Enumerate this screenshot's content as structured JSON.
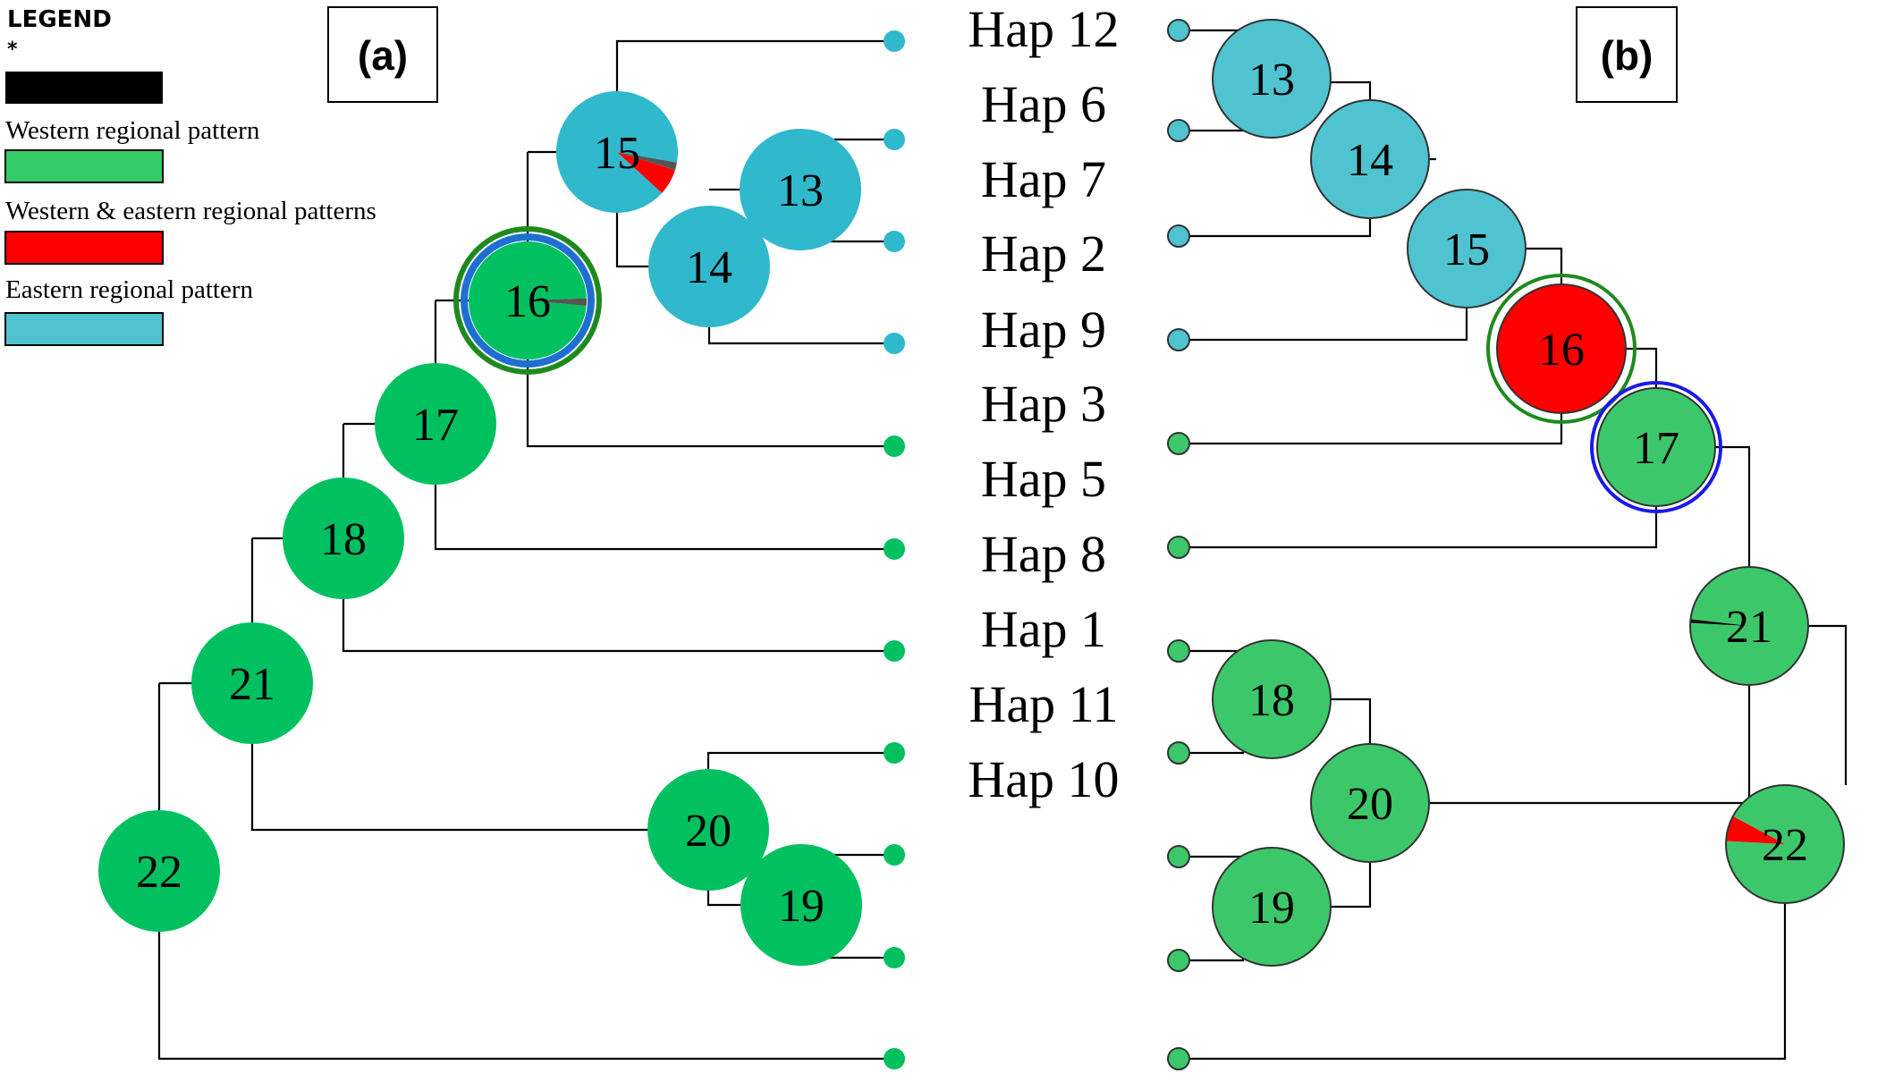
{
  "legend": {
    "title": "LEGEND",
    "items": [
      {
        "label": "*",
        "color": "#000000"
      },
      {
        "label": "Western regional pattern",
        "color": "#33cc66"
      },
      {
        "label": "Western & eastern regional patterns",
        "color": "#ff0000"
      },
      {
        "label": "Eastern regional pattern",
        "color": "#4fc3d0"
      }
    ]
  },
  "panels": {
    "a": {
      "label": "(a)"
    },
    "b": {
      "label": "(b)"
    }
  },
  "haplotypes": [
    "Hap 12",
    "Hap 6",
    "Hap 7",
    "Hap 2",
    "Hap 9",
    "Hap 3",
    "Hap 5",
    "Hap 8",
    "Hap 1",
    "Hap 11",
    "Hap 10"
  ],
  "tree_a": {
    "nodes": [
      {
        "id": "15",
        "label": "15",
        "pie": [
          {
            "color": "#30b8cc",
            "value": 0.91
          },
          {
            "color": "#ff0000",
            "value": 0.07
          },
          {
            "color": "#555555",
            "value": 0.02
          }
        ]
      },
      {
        "id": "13",
        "label": "13",
        "pie": [
          {
            "color": "#30b8cc",
            "value": 1
          }
        ]
      },
      {
        "id": "14",
        "label": "14",
        "pie": [
          {
            "color": "#30b8cc",
            "value": 1
          }
        ]
      },
      {
        "id": "16",
        "label": "16",
        "pie": [
          {
            "color": "#00c060",
            "value": 0.98
          },
          {
            "color": "#555555",
            "value": 0.02
          }
        ]
      },
      {
        "id": "17",
        "label": "17",
        "pie": [
          {
            "color": "#00c060",
            "value": 1
          }
        ]
      },
      {
        "id": "18",
        "label": "18",
        "pie": [
          {
            "color": "#00c060",
            "value": 1
          }
        ]
      },
      {
        "id": "21",
        "label": "21",
        "pie": [
          {
            "color": "#00c060",
            "value": 1
          }
        ]
      },
      {
        "id": "20",
        "label": "20",
        "pie": [
          {
            "color": "#00c060",
            "value": 1
          }
        ]
      },
      {
        "id": "19",
        "label": "19",
        "pie": [
          {
            "color": "#00c060",
            "value": 1
          }
        ]
      },
      {
        "id": "22",
        "label": "22",
        "pie": [
          {
            "color": "#00c060",
            "value": 1
          }
        ]
      }
    ],
    "leaf_colors": {
      "Hap 12": "#30b8cc",
      "Hap 6": "#30b8cc",
      "Hap 7": "#30b8cc",
      "Hap 2": "#30b8cc",
      "Hap 9": "#00c060",
      "Hap 3": "#00c060",
      "Hap 5": "#00c060",
      "Hap 8": "#00c060",
      "Hap 1": "#00c060",
      "Hap 11": "#00c060",
      "Hap 10": "#00c060"
    }
  },
  "tree_b": {
    "nodes": [
      {
        "id": "13",
        "label": "13",
        "pie": [
          {
            "color": "#4fc3d0",
            "value": 1
          }
        ]
      },
      {
        "id": "14",
        "label": "14",
        "pie": [
          {
            "color": "#4fc3d0",
            "value": 1
          }
        ]
      },
      {
        "id": "15",
        "label": "15",
        "pie": [
          {
            "color": "#4fc3d0",
            "value": 1
          }
        ]
      },
      {
        "id": "16",
        "label": "16",
        "pie": [
          {
            "color": "#ff0000",
            "value": 1
          }
        ]
      },
      {
        "id": "17",
        "label": "17",
        "pie": [
          {
            "color": "#3cc86a",
            "value": 1
          }
        ]
      },
      {
        "id": "21",
        "label": "21",
        "pie": [
          {
            "color": "#3cc86a",
            "value": 0.99
          },
          {
            "color": "#000000",
            "value": 0.01
          }
        ]
      },
      {
        "id": "18",
        "label": "18",
        "pie": [
          {
            "color": "#3cc86a",
            "value": 1
          }
        ]
      },
      {
        "id": "20",
        "label": "20",
        "pie": [
          {
            "color": "#3cc86a",
            "value": 1
          }
        ]
      },
      {
        "id": "19",
        "label": "19",
        "pie": [
          {
            "color": "#3cc86a",
            "value": 1
          }
        ]
      },
      {
        "id": "22",
        "label": "22",
        "pie": [
          {
            "color": "#3cc86a",
            "value": 0.93
          },
          {
            "color": "#ff0000",
            "value": 0.07
          }
        ]
      }
    ],
    "leaf_colors": {
      "Hap 12": "#4fc3d0",
      "Hap 6": "#4fc3d0",
      "Hap 7": "#4fc3d0",
      "Hap 2": "#4fc3d0",
      "Hap 9": "#3cc86a",
      "Hap 3": "#3cc86a",
      "Hap 5": "#3cc86a",
      "Hap 8": "#3cc86a",
      "Hap 1": "#3cc86a",
      "Hap 11": "#3cc86a",
      "Hap 10": "#3cc86a"
    }
  }
}
